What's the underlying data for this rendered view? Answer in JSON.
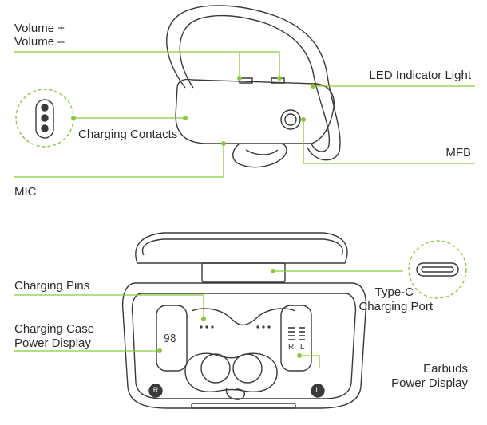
{
  "labels": {
    "volume_plus": "Volume +",
    "volume_minus": "Volume –",
    "charging_contacts": "Charging Contacts",
    "mic": "MIC",
    "led_indicator": "LED Indicator Light",
    "mfb": "MFB",
    "charging_pins": "Charging Pins",
    "charging_case_display_l1": "Charging Case",
    "charging_case_display_l2": "Power Display",
    "type_c_l1": "Type-C",
    "type_c_l2": "Charging Port",
    "earbuds_display_l1": "Earbuds",
    "earbuds_display_l2": "Power Display"
  },
  "case_display": {
    "digits": "98"
  },
  "earbud_display": {
    "right": "R",
    "left": "L"
  },
  "badges": {
    "right": "R",
    "left": "L"
  },
  "colors": {
    "accent": "#8cc63f",
    "line": "#3a3a3a",
    "text": "#2a2a2a"
  }
}
